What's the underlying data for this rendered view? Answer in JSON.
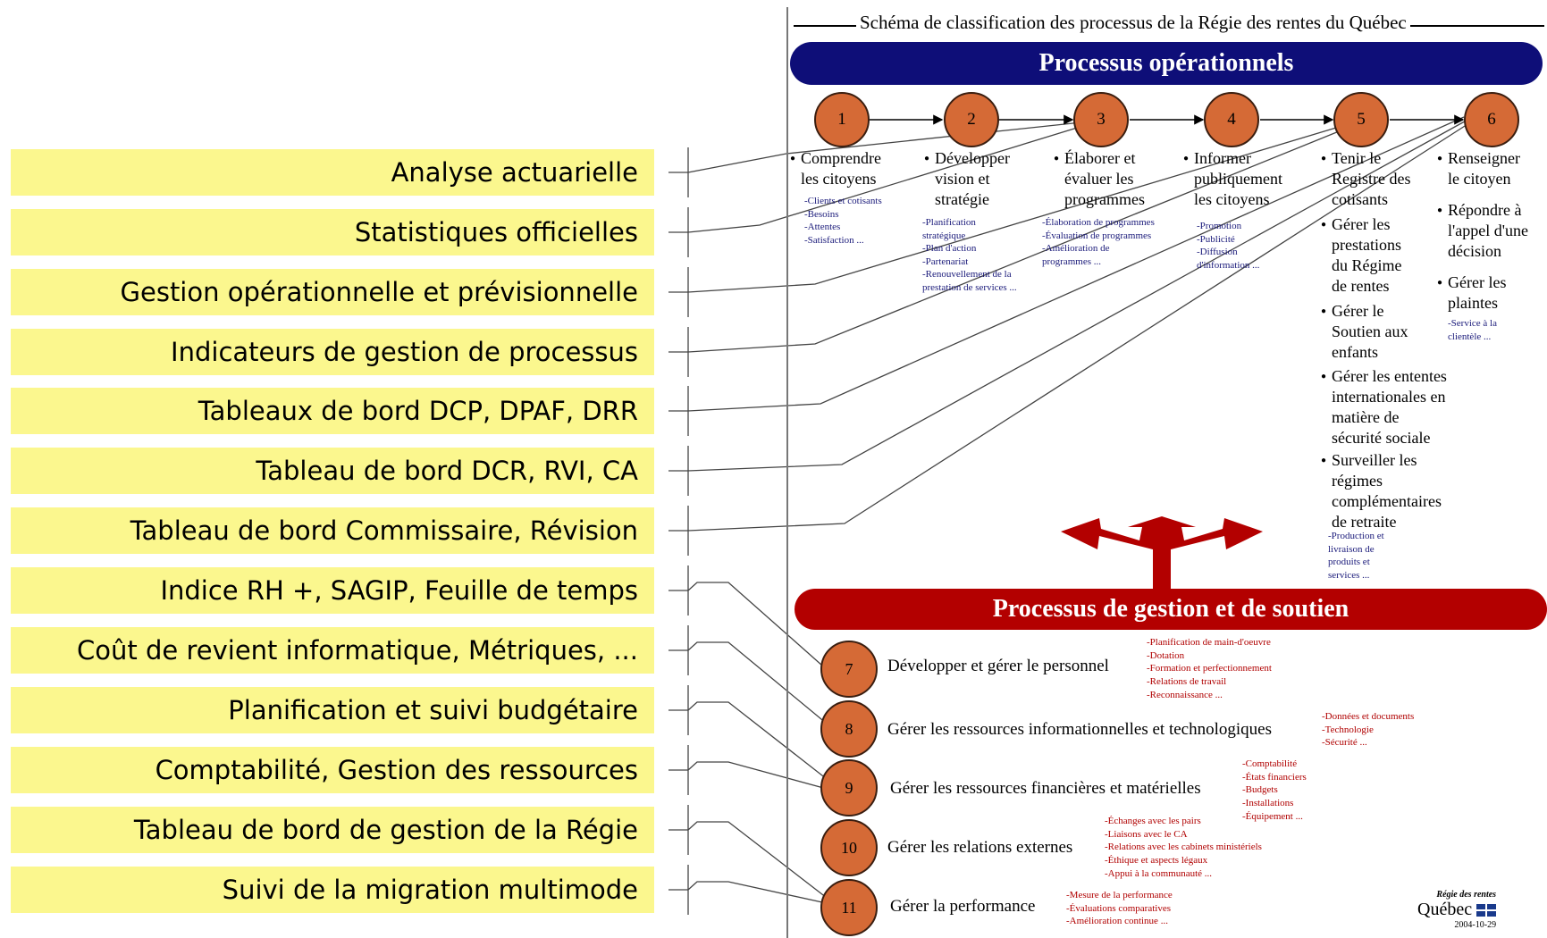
{
  "labels": [
    "Analyse actuarielle",
    "Statistiques officielles",
    "Gestion opérationnelle et prévisionnelle",
    "Indicateurs de gestion de processus",
    "Tableaux de bord DCP, DPAF, DRR",
    "Tableau de bord DCR, RVI, CA",
    "Tableau de bord Commissaire, Révision",
    "Indice RH +, SAGIP, Feuille de temps",
    "Coût de revient informatique, Métriques, ...",
    "Planification et suivi budgétaire",
    "Comptabilité, Gestion des ressources",
    "Tableau de bord de gestion de la Régie",
    "Suivi de la migration multimode"
  ],
  "schema": {
    "title": "Schéma de classification des processus de la Régie des rentes du Québec",
    "operational_title": "Processus opérationnels",
    "management_title": "Processus de gestion et de soutien",
    "op_numbers": [
      "1",
      "2",
      "3",
      "4",
      "5",
      "6"
    ],
    "op": {
      "p1": {
        "main": [
          "Comprendre",
          "les citoyens"
        ],
        "subs": [
          "-Clients et cotisants",
          "-Besoins",
          "-Attentes",
          "-Satisfaction ..."
        ]
      },
      "p2": {
        "main": [
          "Développer",
          "vision et",
          "stratégie"
        ],
        "subs": [
          "-Planification",
          " stratégique",
          "-Plan d'action",
          "-Partenariat",
          "-Renouvellement de la",
          " prestation de services ..."
        ]
      },
      "p3": {
        "main": [
          "Élaborer et",
          "évaluer les",
          "programmes"
        ],
        "subs": [
          "-Élaboration de programmes",
          "-Évaluation de programmes",
          "-Amélioration de",
          " programmes ..."
        ]
      },
      "p4": {
        "main": [
          "Informer",
          "publiquement",
          "les citoyens"
        ],
        "subs": [
          "-Promotion",
          "-Publicité",
          "-Diffusion",
          " d'information ..."
        ]
      },
      "p5": {
        "items": [
          [
            "Tenir le",
            "Registre des",
            "cotisants"
          ],
          [
            "Gérer les",
            "prestations",
            "du Régime",
            "de rentes"
          ],
          [
            "Gérer le",
            "Soutien aux",
            "enfants"
          ],
          [
            "Gérer les ententes",
            "internationales en",
            "matière de",
            "sécurité sociale"
          ],
          [
            "Surveiller les",
            "régimes",
            "complémentaires",
            "de retraite"
          ]
        ],
        "subs": [
          "-Production et",
          " livraison de",
          " produits et",
          " services ..."
        ]
      },
      "p6": {
        "items": [
          [
            "Renseigner",
            "le citoyen"
          ],
          [
            "Répondre à",
            "l'appel d'une",
            "décision"
          ],
          [
            "Gérer les",
            "plaintes"
          ]
        ],
        "subs": [
          "-Service à la",
          " clientèle ..."
        ]
      }
    },
    "mgmt": [
      {
        "num": "7",
        "name": "Développer et gérer le personnel",
        "subs": [
          "-Planification de main-d'oeuvre",
          "-Dotation",
          "-Formation et perfectionnement",
          "-Relations de travail",
          "-Reconnaissance ..."
        ]
      },
      {
        "num": "8",
        "name": "Gérer les ressources informationnelles et technologiques",
        "subs": [
          "-Données et documents",
          "-Technologie",
          "-Sécurité ..."
        ]
      },
      {
        "num": "9",
        "name": "Gérer les ressources financières et matérielles",
        "subs": [
          "-Comptabilité",
          "-États financiers",
          "-Budgets",
          "-Installations",
          "-Équipement ..."
        ]
      },
      {
        "num": "10",
        "name": "Gérer les relations externes",
        "subs": [
          "-Échanges avec les pairs",
          "-Liaisons avec le CA",
          "-Relations avec les cabinets ministériels",
          "-Éthique et aspects légaux",
          "-Appui à la communauté ..."
        ]
      },
      {
        "num": "11",
        "name": "Gérer la performance",
        "subs": [
          "-Mesure de la performance",
          "-Évaluations comparatives",
          "-Amélioration continue ..."
        ]
      }
    ],
    "logo": {
      "line1": "Régie des rentes",
      "line2": "Québec",
      "date": "2004-10-29"
    }
  },
  "colors": {
    "label_bg": "#fbf78e",
    "operational_band": "#0e0e78",
    "management_band": "#b30000",
    "circle": "#d56a36",
    "sub_red": "#b00000"
  }
}
